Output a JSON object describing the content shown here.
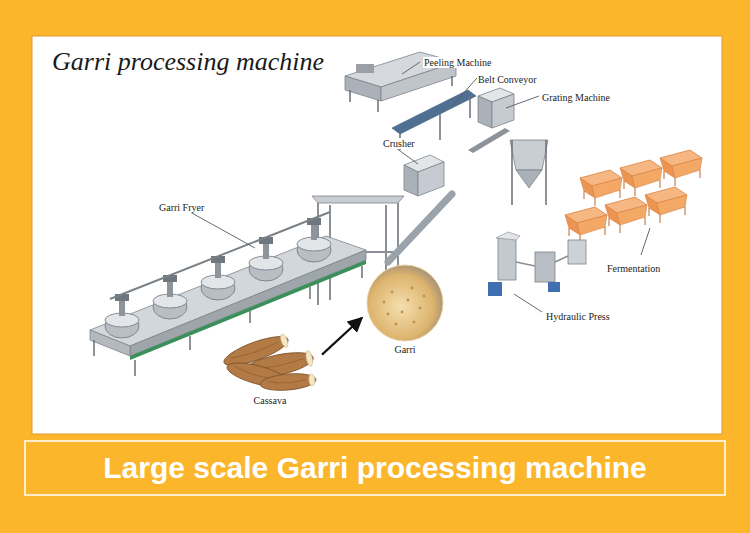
{
  "diagram": {
    "title": "Garri processing machine",
    "caption": "Large scale Garri processing machine",
    "nodes": [
      {
        "text": [
          "Cassava"
        ]
      },
      {
        "text": [
          "Garri"
        ]
      }
    ],
    "edges": [
      {
        "from": 0,
        "to": 1,
        "arrow": "to"
      }
    ],
    "labels": [
      "Peeling Machine",
      "Belt Conveyor",
      "Grating Machine",
      "Crusher",
      "Garri Fryer",
      "Fermentation",
      "Hydraulic Press"
    ]
  }
}
